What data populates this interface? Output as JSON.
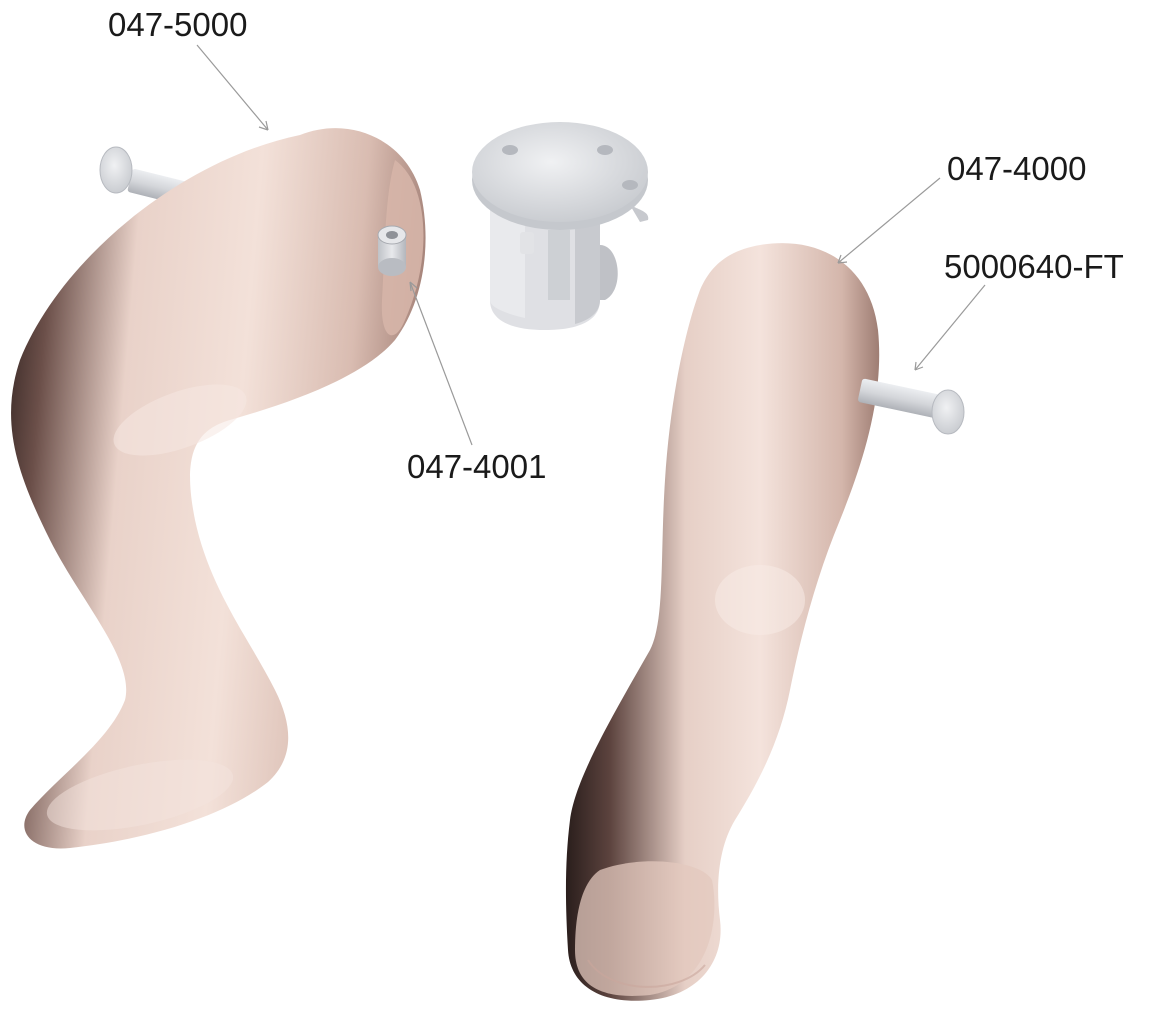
{
  "callouts": [
    {
      "id": "left-leg",
      "label": "047-5000"
    },
    {
      "id": "right-leg",
      "label": "047-4000"
    },
    {
      "id": "pin",
      "label": "5000640-FT"
    },
    {
      "id": "bushing",
      "label": "047-4001"
    }
  ],
  "colors": {
    "skin_light": "#f1dcd3",
    "skin_mid": "#c9a79c",
    "skin_dark": "#2a1e1c",
    "metal": "#d2d4d8",
    "metal_dark": "#a9acb2",
    "leader": "#9a9a9a"
  }
}
